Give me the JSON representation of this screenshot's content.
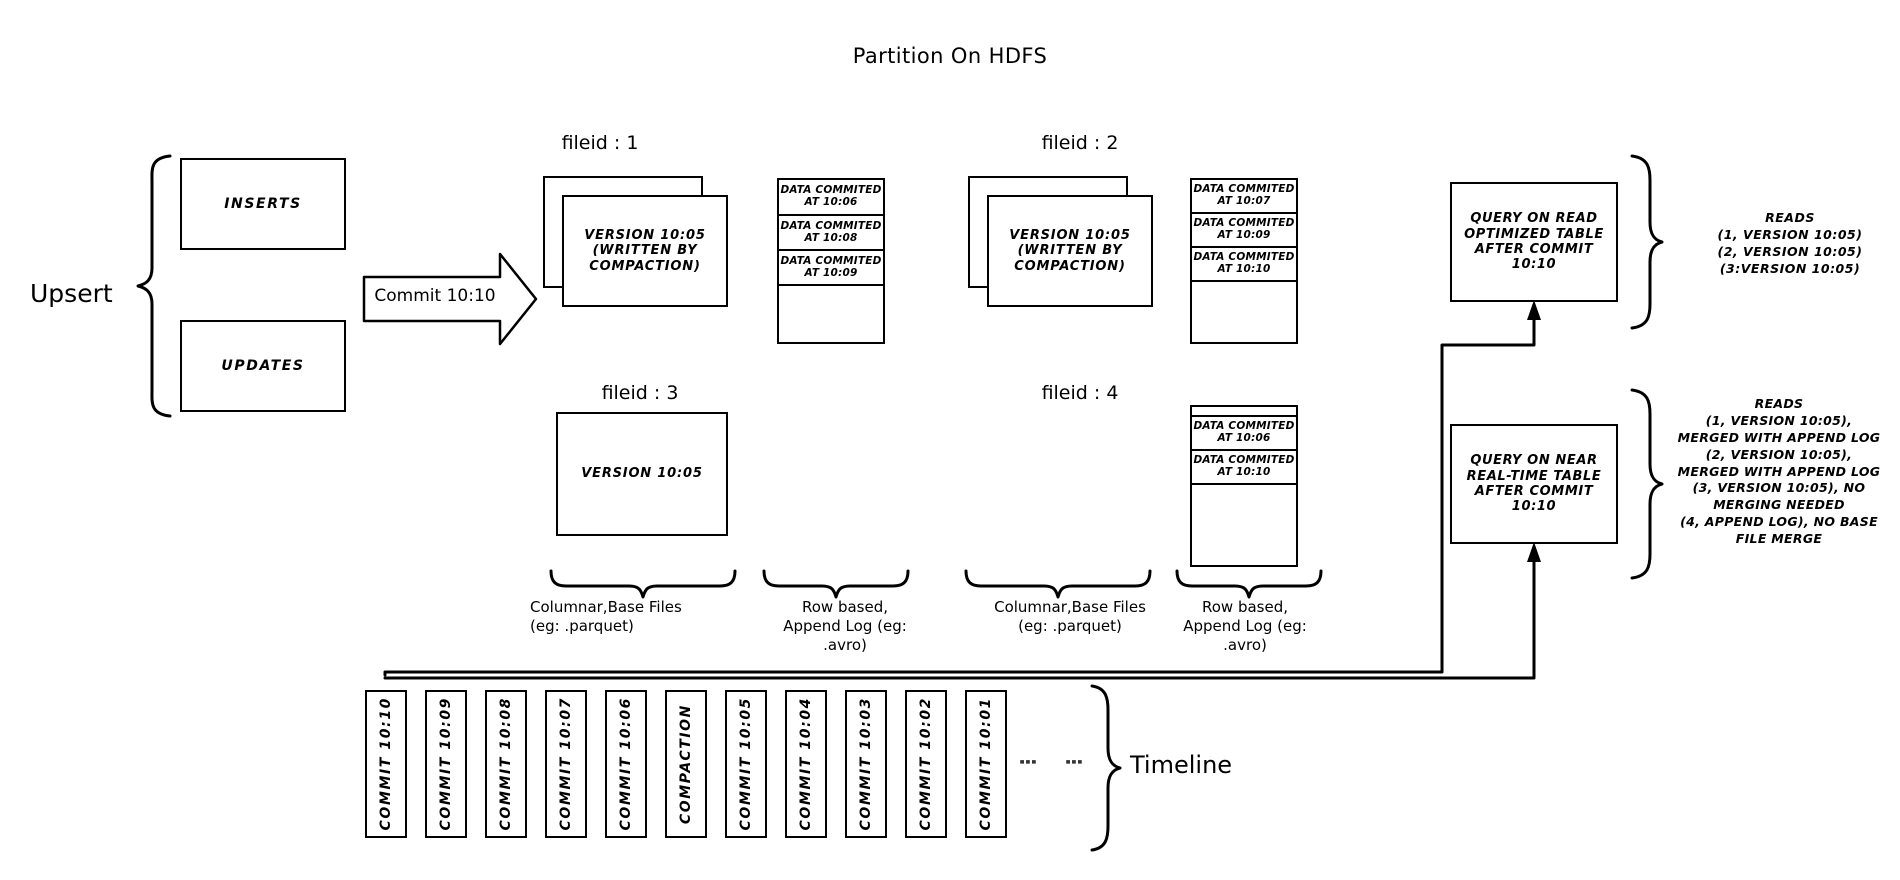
{
  "title": "Partition On HDFS",
  "left": {
    "upsert_label": "Upsert",
    "inserts_label": "INSERTS",
    "updates_label": "UPDATES",
    "commit_arrow_label": "Commit 10:10"
  },
  "columns": {
    "fileid1": {
      "header": "fileid : 1",
      "base_file_text": "VERSION 10:05\n(WRITTEN BY\nCOMPACTION)",
      "base_line1": "VERSION 10:05",
      "base_line2": "(WRITTEN BY",
      "base_line3": "COMPACTION)",
      "log_segments": [
        {
          "l1": "DATA COMMITED",
          "l2": "AT 10:06"
        },
        {
          "l1": "DATA COMMITED",
          "l2": "AT 10:08"
        },
        {
          "l1": "DATA COMMITED",
          "l2": "AT 10:09"
        }
      ]
    },
    "fileid2": {
      "header": "fileid : 2",
      "base_line1": "VERSION 10:05",
      "base_line2": "(WRITTEN BY",
      "base_line3": "COMPACTION)",
      "log_segments": [
        {
          "l1": "DATA COMMITED",
          "l2": "AT 10:07"
        },
        {
          "l1": "DATA COMMITED",
          "l2": "AT 10:09"
        },
        {
          "l1": "DATA COMMITED",
          "l2": "AT 10:10"
        }
      ]
    },
    "fileid3": {
      "header": "fileid : 3",
      "base_line1": "VERSION 10:05"
    },
    "fileid4": {
      "header": "fileid : 4",
      "log_segments": [
        {
          "l1": "DATA COMMITED",
          "l2": "AT 10:06"
        },
        {
          "l1": "DATA COMMITED",
          "l2": "AT 10:10"
        }
      ]
    }
  },
  "captions": {
    "columnar_1": "Columnar,Base Files\n(eg: .parquet)",
    "columnar_l1": "Columnar,Base Files",
    "columnar_l2": "(eg: .parquet)",
    "rowbased_l1": "Row based,",
    "rowbased_l2": "Append Log  (eg:",
    "rowbased_l3": ".avro)"
  },
  "queries": {
    "read_optimized": {
      "l1": "QUERY ON READ",
      "l2": "OPTIMIZED TABLE",
      "l3": "AFTER COMMIT",
      "l4": "10:10"
    },
    "near_realtime": {
      "l1": "QUERY ON NEAR",
      "l2": "REAL-TIME TABLE",
      "l3": "AFTER COMMIT",
      "l4": "10:10"
    }
  },
  "reads": {
    "read_optimized": {
      "heading": "READS",
      "lines": [
        "(1, VERSION 10:05)",
        "(2, VERSION 10:05)",
        "(3:VERSION 10:05)"
      ]
    },
    "near_realtime": {
      "heading": "READS",
      "lines": [
        "(1, VERSION 10:05),",
        "MERGED WITH APPEND LOG",
        "(2, VERSION 10:05),",
        "MERGED WITH APPEND LOG",
        "(3, VERSION 10:05), NO",
        "MERGING NEEDED",
        "(4, APPEND LOG), NO BASE",
        "FILE MERGE"
      ]
    }
  },
  "timeline": {
    "label": "Timeline",
    "ellipsis": "⋮",
    "chips": [
      "COMMIT  10:10",
      "COMMIT  10:09",
      "COMMIT  10:08",
      "COMMIT  10:07",
      "COMMIT  10:06",
      "COMPACTION",
      "COMMIT  10:05",
      "COMMIT  10:04",
      "COMMIT  10:03",
      "COMMIT  10:02",
      "COMMIT  10:01"
    ]
  },
  "colors": {
    "stroke": "#000000",
    "background": "#ffffff"
  }
}
